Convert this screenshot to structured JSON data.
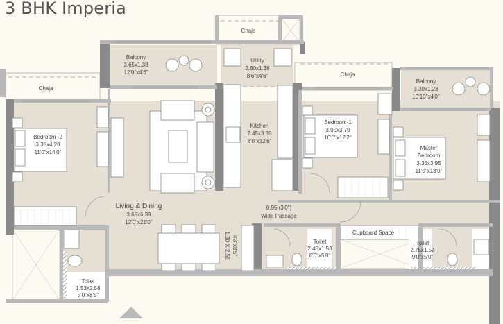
{
  "title": "3 BHK Imperia",
  "colors": {
    "background": "#fdfaf2",
    "floor": "#e6e0d4",
    "wall_dark": "#8a8a8a",
    "wall_light": "#b9b9b9",
    "furniture": "#ffffff",
    "text": "#444444"
  },
  "rooms": {
    "balcony_top": {
      "name": "Balcony",
      "metric": "3.65x1.38",
      "imperial": "12'0\"x4'6\""
    },
    "utility": {
      "name": "Utility",
      "metric": "2.60x1.38",
      "imperial": "8'6\"x4'6\""
    },
    "chaja_top": {
      "name": "Chaja"
    },
    "chaja_left": {
      "name": "Chaja"
    },
    "chaja_right": {
      "name": "Chaja"
    },
    "balcony_right": {
      "name": "Balcony",
      "metric": "3.30x1.23",
      "imperial": "10'10\"x4'0\""
    },
    "bedroom2": {
      "name": "Bedroom -2",
      "metric": "3.35x4.28",
      "imperial": "11'0\"x14'0\""
    },
    "kitchen": {
      "name": "Kitchen",
      "metric": "2.45x3.80",
      "imperial": "8'0\"x12'6\""
    },
    "bedroom1": {
      "name": "Bedroom-1",
      "metric": "3.05x3.70",
      "imperial": "10'0\"x12'2\""
    },
    "master": {
      "name_line1": "Master",
      "name_line2": "Bedroom",
      "metric": "3.35x3.95",
      "imperial": "11'0\"x13'0\""
    },
    "living": {
      "name": "Living & Dining",
      "metric": "3.65x6.38",
      "imperial": "12'0\"x21'0\""
    },
    "dining_table": {
      "metric": "1.30 X 2.58",
      "imperial": "4'3\"x8'5\""
    },
    "passage": {
      "size": "0.95 (3'0\")",
      "name": "Wide Passage"
    },
    "cupboard": {
      "name": "Cupboard Space"
    },
    "toilet_mid": {
      "name": "Toilet",
      "metric": "2.45x1.53",
      "imperial": "8'0\"x5'0\""
    },
    "toilet_right": {
      "name": "Toilet",
      "metric": "2.75x1.53",
      "imperial": "9'0\"x5'0\""
    },
    "toilet_left": {
      "name": "Toilet",
      "metric": "1.53x2.58",
      "imperial": "5'0\"x8'5\""
    }
  },
  "icons": {
    "entrance": "entrance-triangle-icon"
  }
}
